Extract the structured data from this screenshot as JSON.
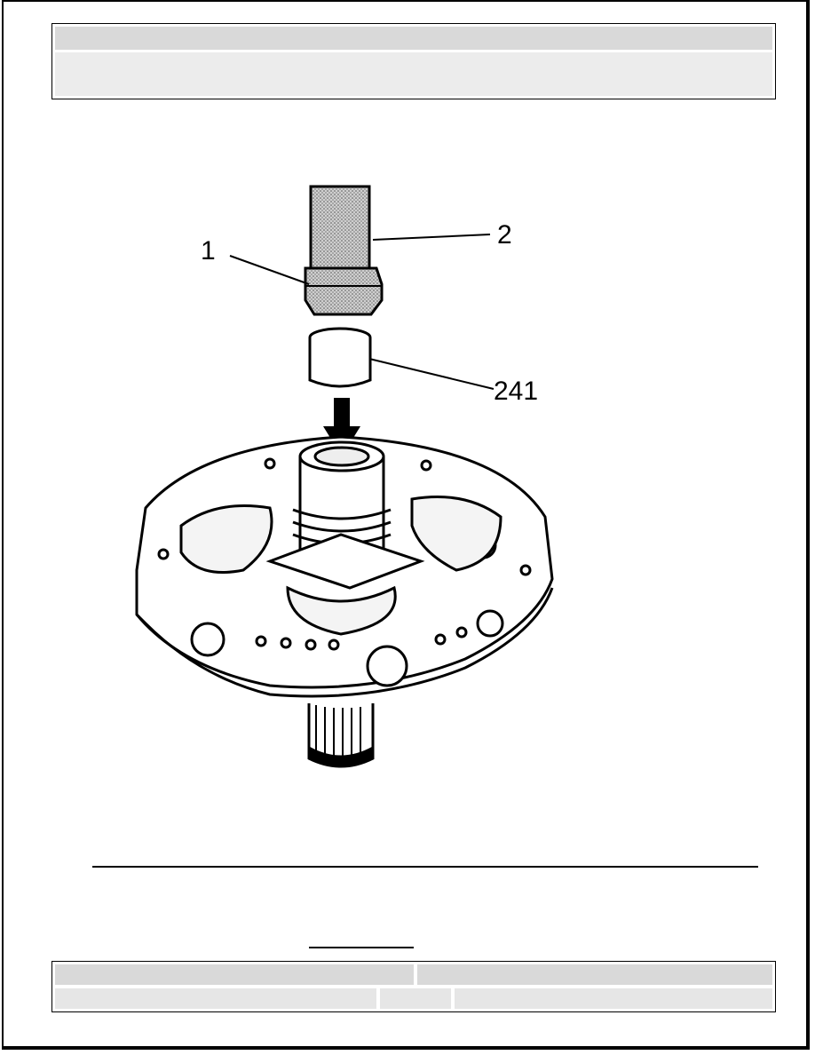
{
  "header": {
    "title": "",
    "subtitle": ""
  },
  "figure": {
    "callouts": {
      "c1": "1",
      "c2": "2",
      "c241": "241"
    }
  },
  "footer": {
    "link_text": "",
    "top_left": "",
    "top_right": "",
    "bottom_left": "",
    "bottom_middle": "",
    "bottom_right": ""
  }
}
